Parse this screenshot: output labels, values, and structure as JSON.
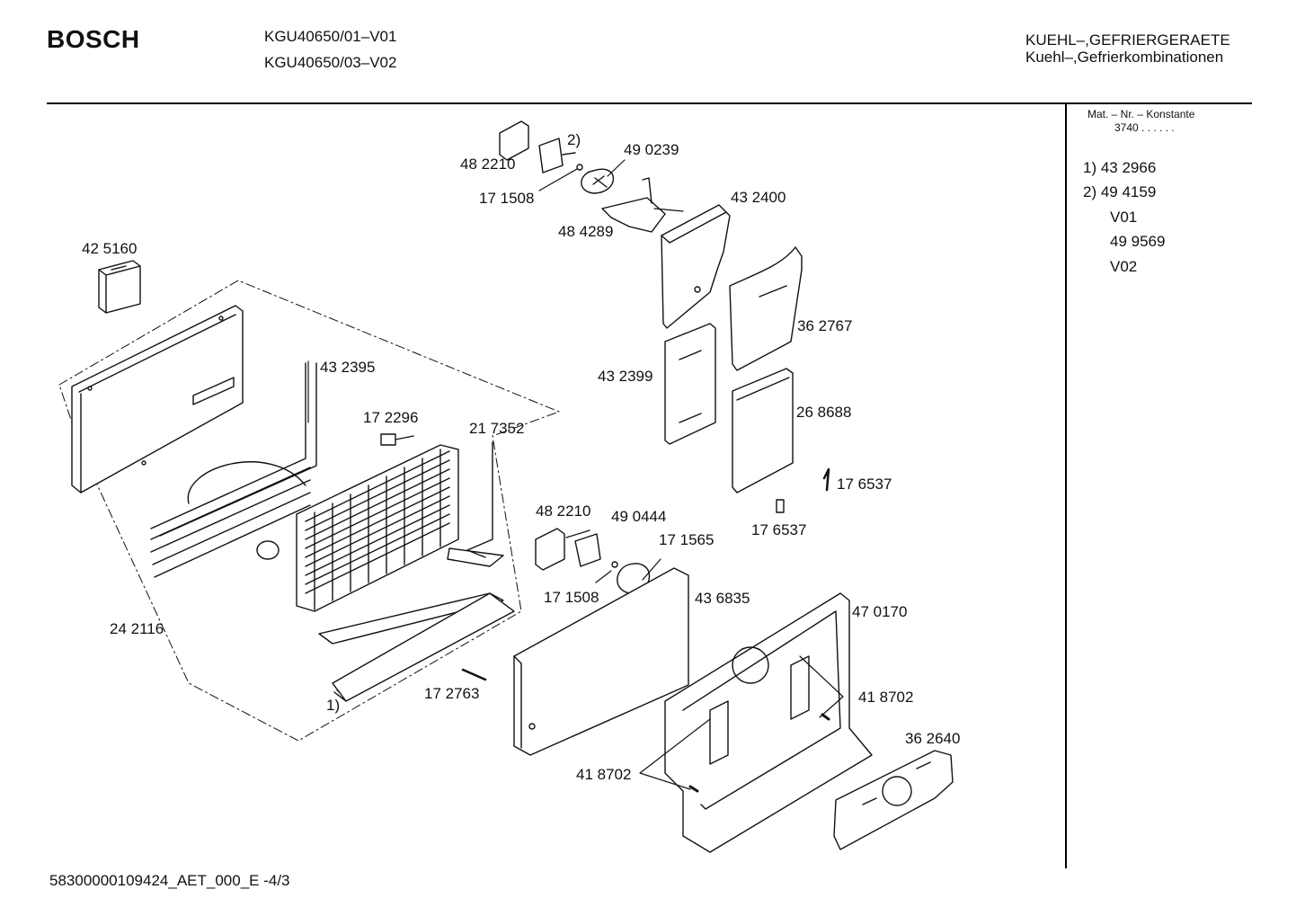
{
  "header": {
    "brand": "BOSCH",
    "models": [
      "KGU40650/01–V01",
      "KGU40650/03–V02"
    ],
    "category_line1": "KUEHL–,GEFRIERGERAETE",
    "category_line2": "Kuehl–,Gefrierkombinationen"
  },
  "sidebar": {
    "mat_title": "Mat. – Nr. – Konstante",
    "mat_value": "3740 . . . . . .",
    "notes": [
      {
        "text": "1)  43 2966"
      },
      {
        "text": "2) 49 4159"
      },
      {
        "text": "V01"
      },
      {
        "text": "49 9569"
      },
      {
        "text": "V02"
      }
    ]
  },
  "diagram": {
    "labels": [
      {
        "id": "p482210a",
        "text": "48 2210"
      },
      {
        "id": "note2",
        "text": "2)"
      },
      {
        "id": "p490239",
        "text": "49 0239"
      },
      {
        "id": "p171508a",
        "text": "17 1508"
      },
      {
        "id": "p432400",
        "text": "43 2400"
      },
      {
        "id": "p484289",
        "text": "48 4289"
      },
      {
        "id": "p425160",
        "text": "42 5160"
      },
      {
        "id": "p362767",
        "text": "36 2767"
      },
      {
        "id": "p432395",
        "text": "43 2395"
      },
      {
        "id": "p432399",
        "text": "43 2399"
      },
      {
        "id": "p172296",
        "text": "17 2296"
      },
      {
        "id": "p217352",
        "text": "21 7352"
      },
      {
        "id": "p268688",
        "text": "26 8688"
      },
      {
        "id": "p176537a",
        "text": "17 6537"
      },
      {
        "id": "p482210b",
        "text": "48 2210"
      },
      {
        "id": "p490444",
        "text": "49 0444"
      },
      {
        "id": "p171565",
        "text": "17 1565"
      },
      {
        "id": "p176537b",
        "text": "17 6537"
      },
      {
        "id": "p171508b",
        "text": "17 1508"
      },
      {
        "id": "p436835",
        "text": "43 6835"
      },
      {
        "id": "p470170",
        "text": "47 0170"
      },
      {
        "id": "p242116",
        "text": "24 2116"
      },
      {
        "id": "p172763",
        "text": "17 2763"
      },
      {
        "id": "note1",
        "text": "1)"
      },
      {
        "id": "p418702a",
        "text": "41 8702"
      },
      {
        "id": "p362640",
        "text": "36 2640"
      },
      {
        "id": "p418702b",
        "text": "41 8702"
      }
    ]
  },
  "footer": {
    "doc_id": "58300000109424_AET_000_E -4/3"
  }
}
